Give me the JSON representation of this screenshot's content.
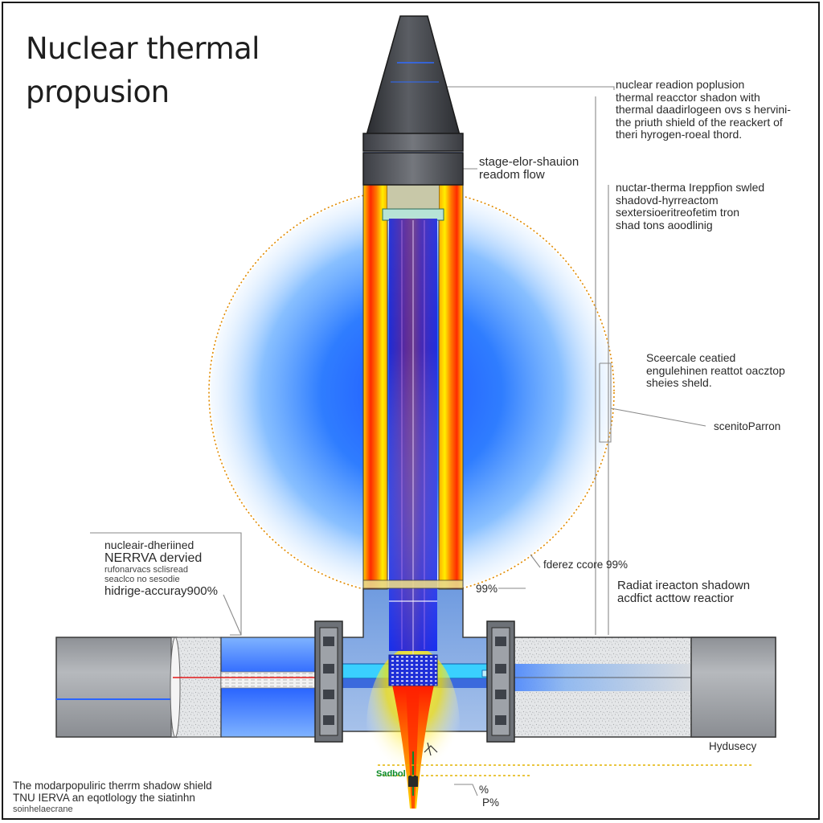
{
  "title": {
    "line1": "Nuclear thermal",
    "line2": "propusion"
  },
  "callouts": {
    "top_right": [
      "nuclear readion poplusion",
      "thermal reacctor shadon with",
      "thermal daadirlogeen ovs s hervini-",
      "the priuth shield of the reackert of",
      "theri hyrogen-roeal thord."
    ],
    "stage_flow": [
      "stage-elor-shauion",
      "readom flow"
    ],
    "shadow_hyreactom": [
      "nuctar-therma Ireppfion swled",
      "shadovd-hyrreactom",
      "sextersioeritreofetim tron",
      "shad tons aoodlinig"
    ],
    "sceercale": [
      "Sceercale ceatied",
      "engulehinen reattot oacztop",
      "sheies sheld."
    ],
    "scenito": "scenitoParron",
    "core_pct": "fderez ccore 99%",
    "pct_99": "99%",
    "radiat": [
      "Radiat ireacton shadown",
      "acdfict acttow reactior"
    ],
    "nerva": {
      "line1": "nucleair-dheriined",
      "line2": "NERRVA dervied",
      "line3": "rufonarvacs sclisread",
      "line4": "seaclco no sesodie",
      "line5": "hidrige-accuray900%"
    },
    "hydusecy": "Hydusecy",
    "pct_small": "%",
    "pct_small2": "P%",
    "bottom_left": [
      "The modarpopuliric therrm shadow shield",
      "TNU IERVA an eqotlology the siatinhn",
      "soinhelaecrane"
    ],
    "tag_green": "Sadbol"
  }
}
